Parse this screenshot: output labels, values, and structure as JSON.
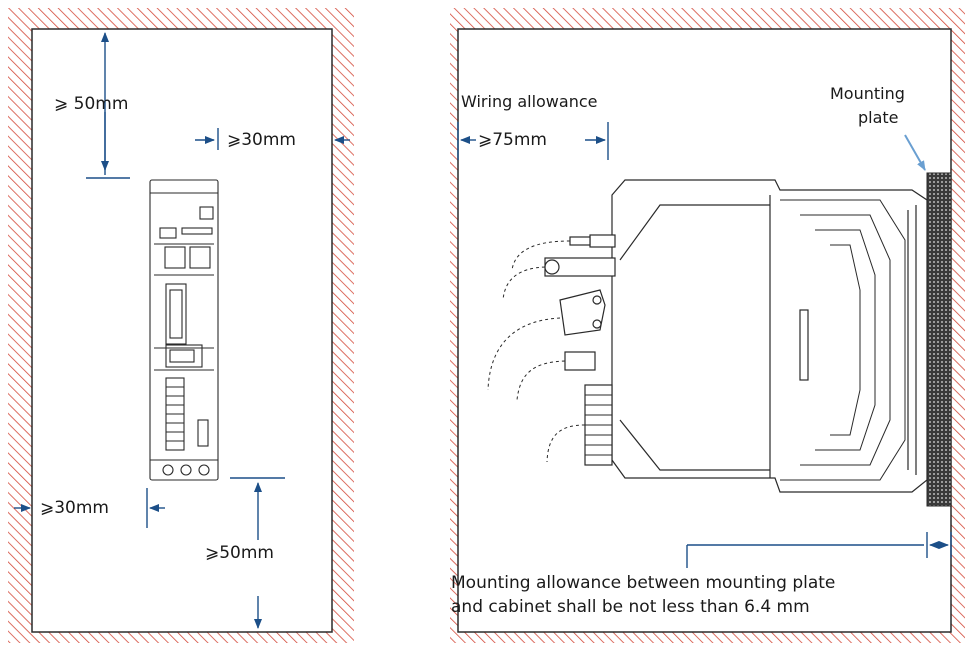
{
  "left_view": {
    "top_clearance": "⩾ 50mm",
    "right_clearance": "⩾30mm",
    "left_clearance": "⩾30mm",
    "bottom_clearance": "⩾50mm"
  },
  "right_view": {
    "wiring_allowance_title": "Wiring allowance",
    "wiring_allowance_value": "⩾75mm",
    "mounting_plate_label_line1": "Mounting",
    "mounting_plate_label_line2": "plate",
    "note_line1": "Mounting allowance between mounting plate",
    "note_line2": "and cabinet shall be not less than 6.4 mm"
  },
  "colors": {
    "hatch": "#d44a3a",
    "dimension_arrow": "#1c4f88",
    "callout_arrow": "#6a9fd1",
    "outline": "#2a2a2a",
    "plate_fill": "#3a3a3a"
  }
}
